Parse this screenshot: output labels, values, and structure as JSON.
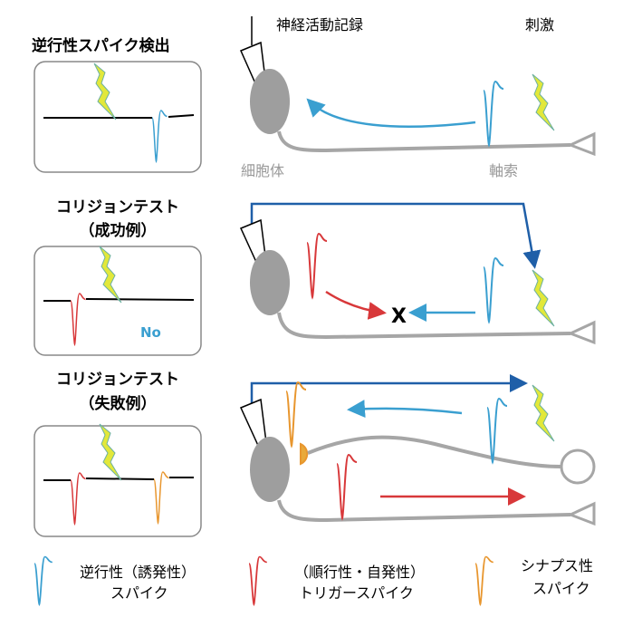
{
  "panels": [
    {
      "title": "逆行性スパイク検出"
    },
    {
      "title": "コリジョンテスト",
      "subtitle": "（成功例）",
      "result": "No"
    },
    {
      "title": "コリジョンテスト",
      "subtitle": "（失敗例）"
    }
  ],
  "labels": {
    "recording": "神経活動記録",
    "stimulus": "刺激",
    "soma": "細胞体",
    "axon": "軸索"
  },
  "legend": [
    {
      "line1": "逆行性（誘発性）",
      "line2": "スパイク",
      "color": "#3a9fd0"
    },
    {
      "line1": "（順行性・自発性）",
      "line2": "トリガースパイク",
      "color": "#d8383a"
    },
    {
      "line1": "シナプス性",
      "line2": "スパイク",
      "color": "#e8962e"
    }
  ],
  "colors": {
    "blue": "#3a9fd0",
    "red": "#d8383a",
    "orange": "#e8962e",
    "darkblue": "#1f5fa8",
    "gray": "#a6a6a6",
    "bolt": "#e2e83a"
  }
}
